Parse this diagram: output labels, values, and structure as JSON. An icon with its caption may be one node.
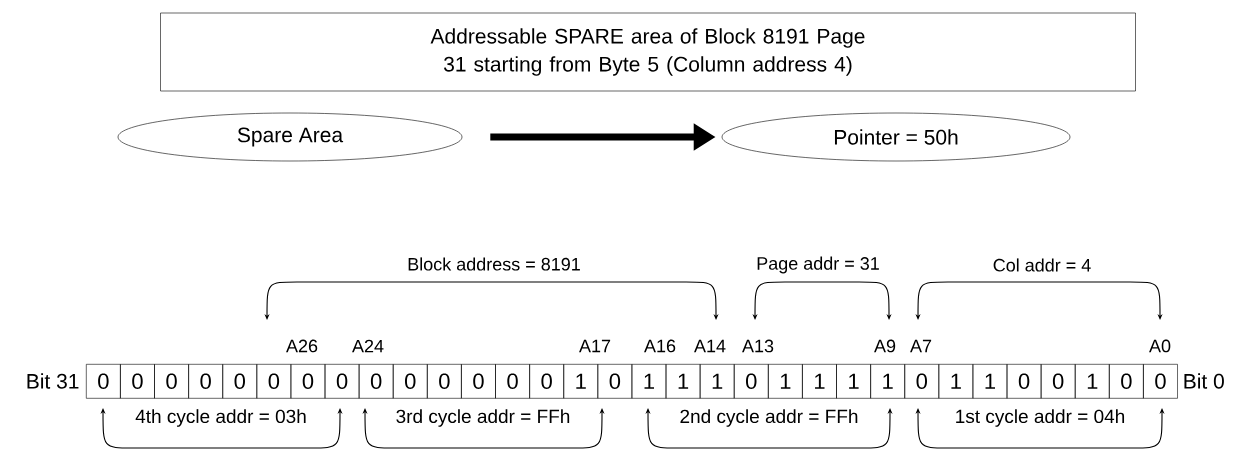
{
  "diagram": {
    "nodes": [
      {
        "text": [
          "Addressable SPARE area of Block 8191 Page 31 starting from Byte 5 (Column address 4)"
        ]
      },
      {
        "text": [
          "Spare Area"
        ]
      },
      {
        "text": [
          "Pointer = 50h"
        ]
      }
    ],
    "edges": [
      {
        "from": 1,
        "to": 2,
        "arrow": "to"
      }
    ],
    "labels": [
      "Block address = 8191",
      "Page addr = 31",
      "Col addr = 4",
      "A26",
      "A24",
      "A17",
      "A16",
      "A14",
      "A13",
      "A9",
      "A7",
      "A0",
      "Bit 31",
      "0",
      "0",
      "0",
      "0",
      "0",
      "0",
      "0",
      "0",
      "0",
      "0",
      "0",
      "0",
      "0",
      "0",
      "1",
      "0",
      "1",
      "1",
      "1",
      "0",
      "1",
      "1",
      "1",
      "1",
      "0",
      "1",
      "1",
      "0",
      "0",
      "1",
      "0",
      "0",
      "Bit 0",
      "4th cycle addr = 03h",
      "3rd cycle addr = FFh",
      "2nd cycle addr = FFh",
      "1st cycle addr = 04h"
    ]
  }
}
